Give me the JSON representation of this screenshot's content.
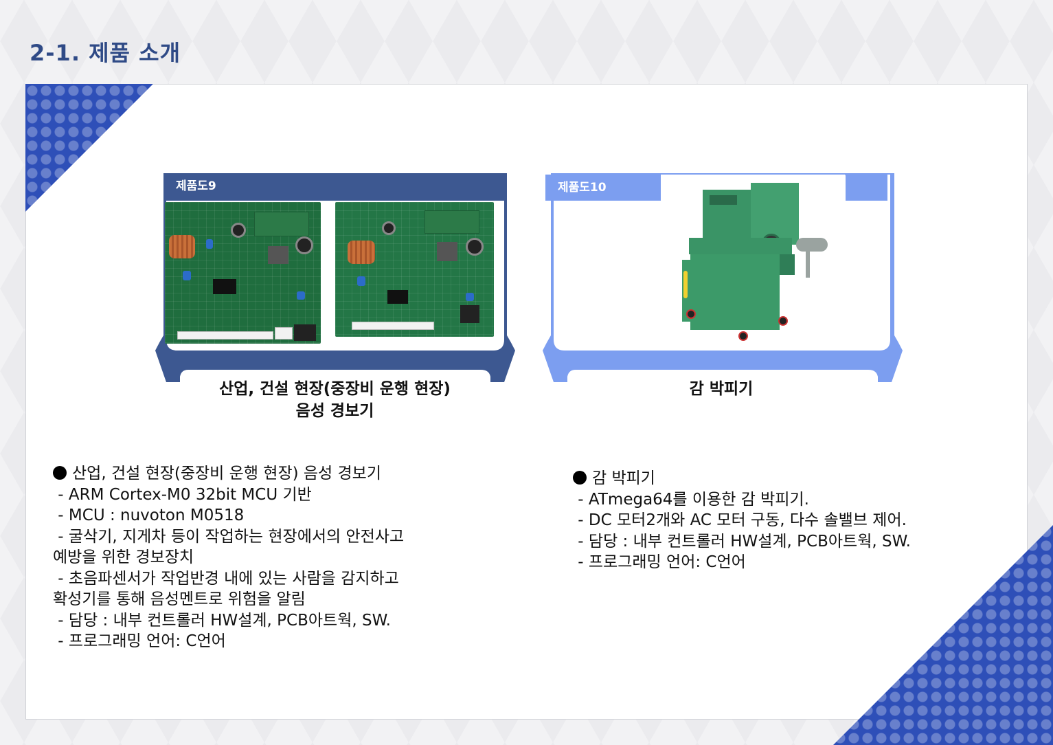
{
  "title": "2-1. 제품 소개",
  "colors": {
    "title": "#2f4a86",
    "dark_frame": "#3d5891",
    "light_frame": "#7c9ef0",
    "corner": "#2e4fb8"
  },
  "products": [
    {
      "tag": "제품도9",
      "caption_line1": "산업, 건설 현장(중장비 운행 현장)",
      "caption_line2": "음성 경보기",
      "heading": "산업, 건설 현장(중장비 운행 현장) 음성 경보기",
      "details": [
        " - ARM Cortex-M0 32bit MCU 기반",
        " - MCU : nuvoton M0518",
        " - 굴삭기, 지게차 등이 작업하는 현장에서의 안전사고",
        "예방을 위한 경보장치",
        " - 초음파센서가 작업반경 내에 있는 사람을 감지하고",
        "확성기를 통해 음성멘트로 위험을 알림",
        " - 담당 : 내부 컨트롤러 HW설계, PCB아트웍, SW.",
        " - 프로그래밍 언어: C언어"
      ]
    },
    {
      "tag": "제품도10",
      "caption_line1": "감 박피기",
      "heading": "감 박피기",
      "details": [
        " - ATmega64를 이용한 감 박피기.",
        " - DC 모터2개와 AC 모터 구동, 다수 솔밸브 제어.",
        " - 담당 : 내부 컨트롤러 HW설계, PCB아트웍, SW.",
        " - 프로그래밍 언어: C언어"
      ]
    }
  ]
}
